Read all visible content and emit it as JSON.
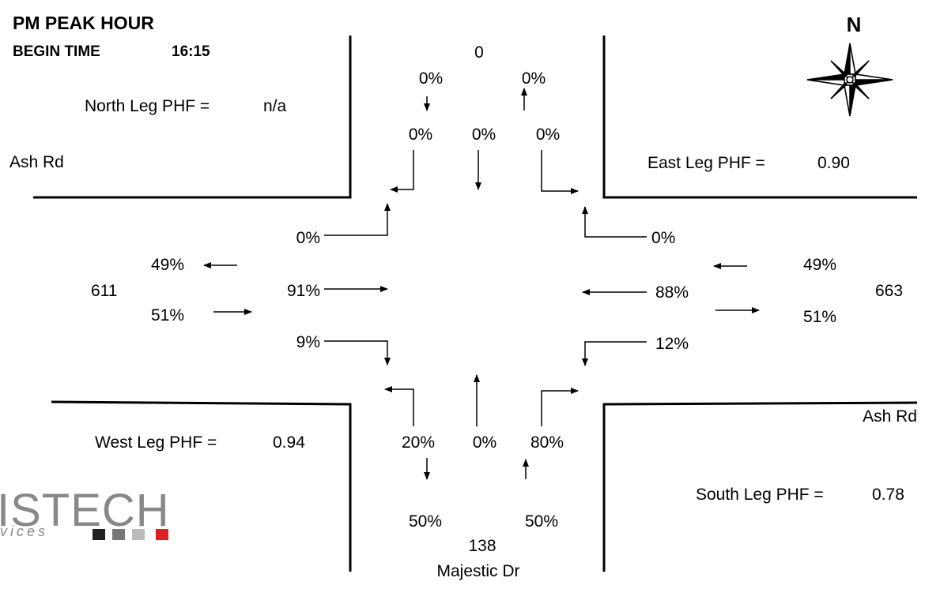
{
  "header": {
    "title": "PM PEAK HOUR",
    "begin_label": "BEGIN TIME",
    "begin_time": "16:15"
  },
  "north_arrow": {
    "label": "N",
    "icon": "compass-rose-icon"
  },
  "north": {
    "total": "0",
    "in_pct": "0%",
    "out_pct": "0%",
    "right_pct": "0%",
    "thru_pct": "0%",
    "left_pct": "0%",
    "phf_label": "North Leg PHF =",
    "phf_value": "n/a"
  },
  "east": {
    "total": "663",
    "in_pct": "49%",
    "out_pct": "51%",
    "right_pct": "0%",
    "thru_pct": "88%",
    "left_pct": "12%",
    "phf_label": "East Leg PHF =",
    "phf_value": "0.90"
  },
  "west": {
    "total": "611",
    "out_pct": "49%",
    "in_pct": "51%",
    "left_pct": "0%",
    "thru_pct": "91%",
    "right_pct": "9%",
    "phf_label": "West Leg PHF =",
    "phf_value": "0.94"
  },
  "south": {
    "total": "138",
    "out_pct": "50%",
    "in_pct": "50%",
    "left_pct": "20%",
    "thru_pct": "0%",
    "right_pct": "80%",
    "phf_label": "South Leg PHF =",
    "phf_value": "0.78"
  },
  "streets": {
    "west_street": "Ash Rd",
    "east_street": "Ash Rd",
    "south_street": "Majestic Dr"
  },
  "logo": {
    "word": "ISTECH",
    "sub": "vices",
    "colors": [
      "#222222",
      "#777777",
      "#bbbbbb",
      "#e02020"
    ]
  }
}
